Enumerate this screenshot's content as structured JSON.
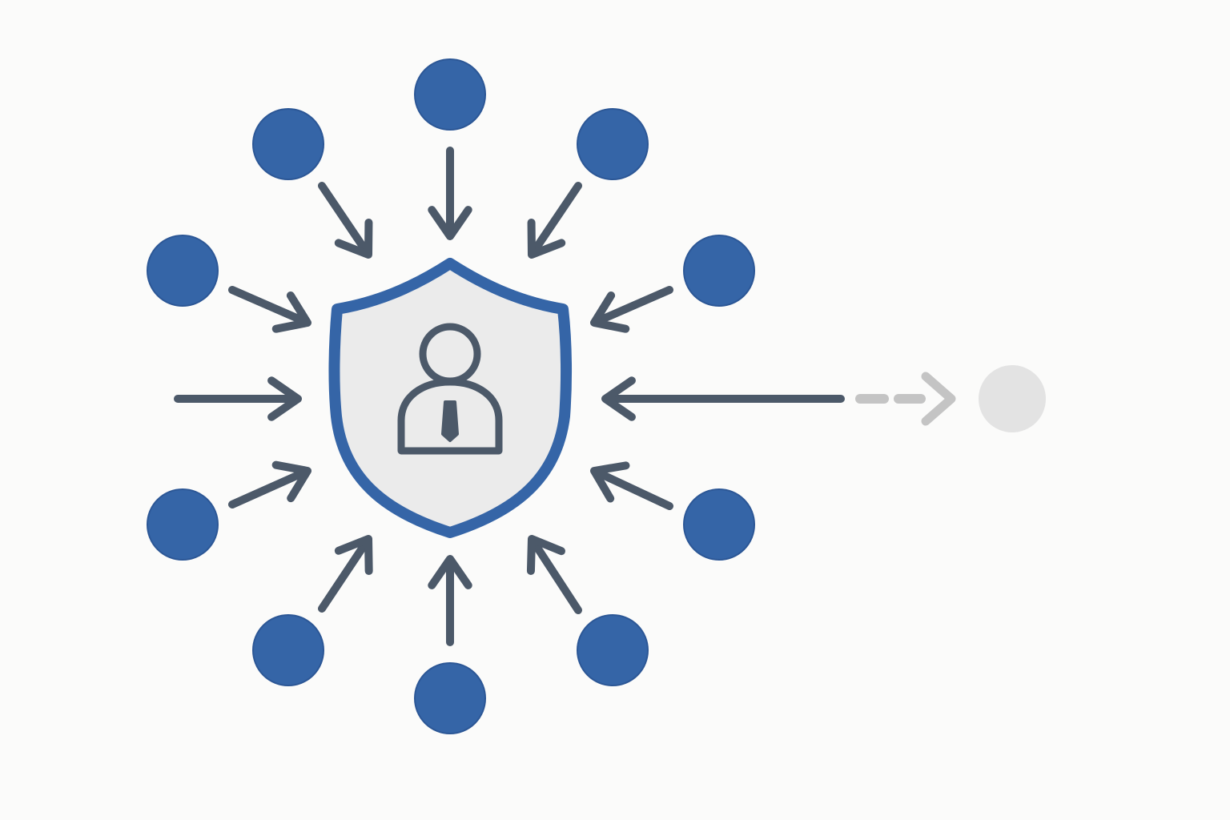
{
  "colors": {
    "background": "#fbfbfa",
    "node_fill": "#3565a7",
    "node_stroke": "#2c5796",
    "arrow": "#4c5969",
    "shield_border": "#3565a7",
    "shield_fill": "#ebebeb",
    "user_icon": "#4c5969",
    "faded": "#c4c4c4",
    "faded_node": "#e3e3e3"
  },
  "center": {
    "icon": "shield-user-icon",
    "label": ""
  },
  "nodes": [
    {
      "id": "top",
      "role": "source",
      "direction": "inbound"
    },
    {
      "id": "top-right",
      "role": "source",
      "direction": "inbound"
    },
    {
      "id": "upper-right",
      "role": "source",
      "direction": "inbound"
    },
    {
      "id": "lower-right",
      "role": "source",
      "direction": "inbound"
    },
    {
      "id": "bottom-right",
      "role": "source",
      "direction": "inbound"
    },
    {
      "id": "bottom",
      "role": "source",
      "direction": "inbound"
    },
    {
      "id": "bottom-left",
      "role": "source",
      "direction": "inbound"
    },
    {
      "id": "lower-left",
      "role": "source",
      "direction": "inbound"
    },
    {
      "id": "upper-left",
      "role": "source",
      "direction": "inbound"
    },
    {
      "id": "top-left",
      "role": "source",
      "direction": "inbound"
    }
  ],
  "unlinked_arrows": [
    {
      "id": "left",
      "direction": "inbound"
    },
    {
      "id": "right",
      "direction": "inbound"
    }
  ],
  "faded_element": {
    "id": "blocked-node",
    "style": "dashed",
    "direction": "outbound"
  }
}
